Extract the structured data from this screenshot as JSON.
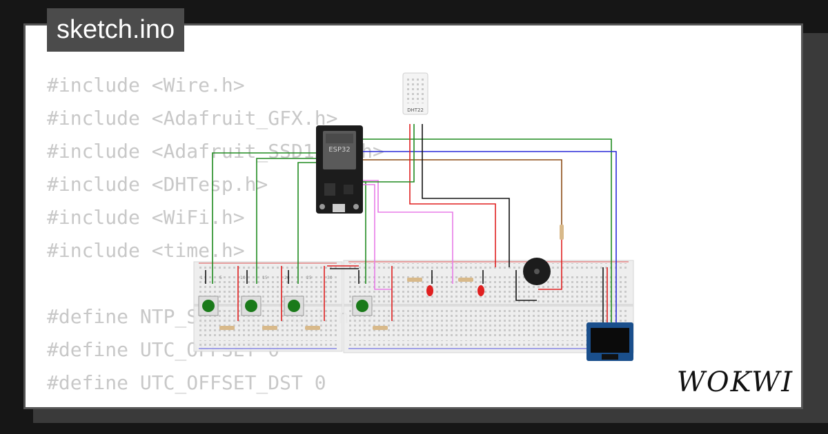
{
  "file": {
    "name": "sketch.ino"
  },
  "code_lines": [
    "#include <Wire.h>",
    "#include <Adafruit_GFX.h>",
    "#include <Adafruit_SSD1306.h>",
    "#include <DHTesp.h>",
    "#include <WiFi.h>",
    "#include <time.h>",
    "",
    "#define NTP_SERVER \"pool.ntp.org\"",
    "#define UTC_OFFSET 0",
    "#define UTC_OFFSET_DST 0"
  ],
  "circuit": {
    "mcu_label": "ESP32",
    "sensor_label": "DHT22",
    "breadboard_numbers": [
      "1",
      "5",
      "10",
      "15",
      "20",
      "25",
      "30"
    ]
  },
  "brand": {
    "logo": "WOKWI"
  },
  "colors": {
    "background": "#161616",
    "card": "#ffffff",
    "tab": "#4b4b4b",
    "code_text": "#c8c8c8",
    "wire_green": "#1f8a1f",
    "wire_red": "#e01f1f",
    "wire_blue": "#2a2ad8",
    "wire_brown": "#8b4a14",
    "wire_pink": "#e87be8",
    "wire_black": "#111111"
  }
}
